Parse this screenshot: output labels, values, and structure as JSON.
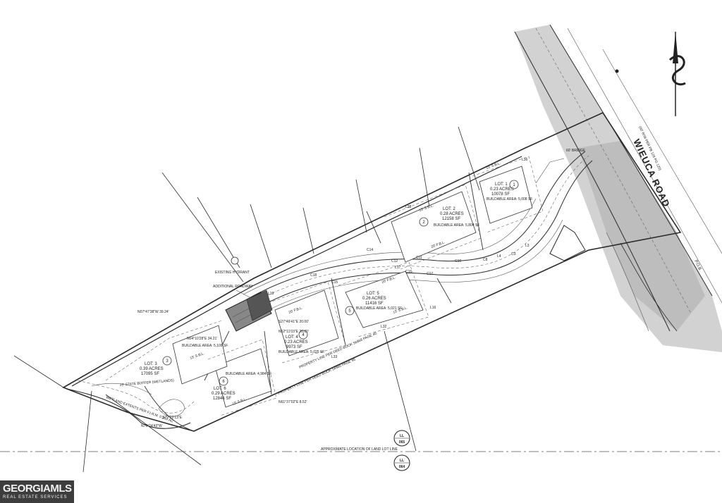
{
  "road": {
    "name": "WIEUCA ROAD",
    "row_note": "(60' R/W PER PB 129 PG 120)",
    "bridge": "60' BRIDGE"
  },
  "pob": "P.O.B.",
  "notes": {
    "hydrant": "EXISTING HYDRANT",
    "roadway": "ADDITIONAL ROADWAY",
    "buffer": "25' STATE BUFFER (WETLANDS)",
    "wetland": "WETLAND EXTENTS PER F.I.R.M. 0.254 AC",
    "property_line_1": "PROPERTY LINE PER DEED BOOK 54985 PAGE 95",
    "property_line_2": "PROPERTY LINE PER DEED BOOK 56868 PAGE 40",
    "land_lot_line": "APPROXIMATE LOCATION OF LAND LOT LINE",
    "bearing_1": "N07°47'38\"W 39.24'",
    "bearing_2": "S27°49'41\"E 20.00'",
    "bearing_3": "N62°11'03\"E 20.00'",
    "bearing_4": "N04°10'28\"E 34.21'",
    "bearing_5": "N61°37'02\"E 8.52'",
    "bearing_6": "N79°24'43\"W",
    "bearing_7": "S79°22'13\"E",
    "sbl": "15' S.B.L.",
    "fbl": "20' F.B.L."
  },
  "lots": [
    {
      "lot": "LOT: 1",
      "acres": "0.23 ACRES",
      "sf": "10078 SF",
      "buildable": "BUILDABLE AREA: 5,008 SF",
      "num": "1"
    },
    {
      "lot": "LOT: 2",
      "acres": "0.28 ACRES",
      "sf": "12158 SF",
      "buildable": "BUILDABLE AREA: 5,804 SF",
      "num": "2"
    },
    {
      "lot": "LOT: 3",
      "acres": "0.39 ACRES",
      "sf": "17095 SF",
      "buildable": "BUILDABLE AREA: 5,109 SF",
      "num": "3"
    },
    {
      "lot": "LOT: 4",
      "acres": "0.23 ACRES",
      "sf": "9973 SF",
      "buildable": "BUILDABLE AREA: 5,025 SF",
      "num": "4"
    },
    {
      "lot": "LOT: 5",
      "acres": "0.26 ACRES",
      "sf": "11416 SF",
      "buildable": "BUILDABLE AREA: 5,021 SF",
      "num": "5"
    },
    {
      "lot": "LOT: 6",
      "acres": "0.29 ACRES",
      "sf": "12846 SF",
      "buildable": "BUILDABLE AREA: 4,984 SF",
      "num": "6"
    }
  ],
  "land_lots": {
    "upper": "LL 065",
    "lower": "LL 064"
  },
  "watermark": {
    "main": "GEORGIAMLS",
    "sub": "REAL ESTATE SERVICES"
  }
}
